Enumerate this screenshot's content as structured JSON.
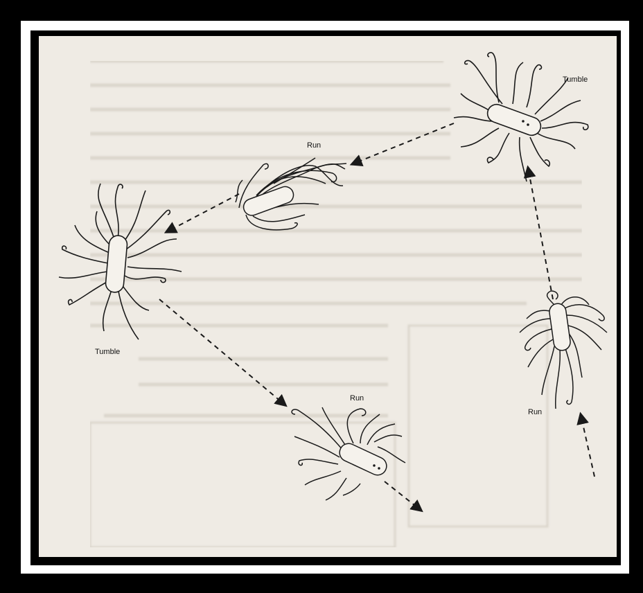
{
  "figure": {
    "labels": {
      "tumble_right": "Tumble",
      "run_upper": "Run",
      "tumble_left": "Tumble",
      "run_bottom": "Run",
      "run_right": "Run"
    },
    "colors": {
      "outer_background": "#000000",
      "frame_white": "#ffffff",
      "paper": "#efebe4",
      "ink": "#1a1a1a",
      "bleed_text": "#cfc9c0"
    }
  }
}
